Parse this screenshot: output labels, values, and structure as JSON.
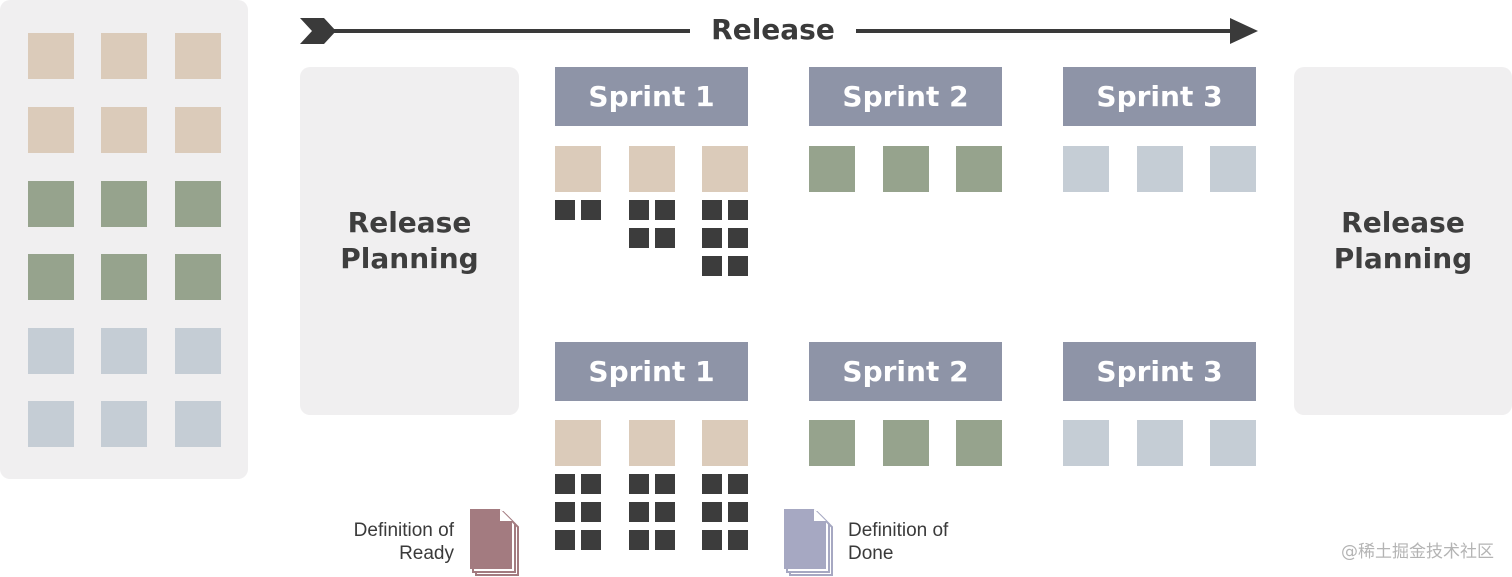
{
  "release": {
    "label": "Release"
  },
  "planning": {
    "left": {
      "line1": "Release",
      "line2": "Planning"
    },
    "right": {
      "line1": "Release",
      "line2": "Planning"
    }
  },
  "teams": [
    {
      "sprints": [
        {
          "label": "Sprint 1",
          "tasks": [
            2,
            4,
            6
          ]
        },
        {
          "label": "Sprint 2",
          "tasks": [
            0,
            0,
            0
          ]
        },
        {
          "label": "Sprint 3",
          "tasks": [
            0,
            0,
            0
          ]
        }
      ]
    },
    {
      "sprints": [
        {
          "label": "Sprint 1",
          "tasks": [
            6,
            6,
            6
          ]
        },
        {
          "label": "Sprint 2",
          "tasks": [
            0,
            0,
            0
          ]
        },
        {
          "label": "Sprint 3",
          "tasks": [
            0,
            0,
            0
          ]
        }
      ]
    }
  ],
  "backlog": {
    "rows": [
      "tan",
      "tan",
      "green",
      "green",
      "blue",
      "blue"
    ],
    "columns": 3
  },
  "sprint_item_colors": [
    "tan",
    "green",
    "blue"
  ],
  "legend": {
    "ready": {
      "line1": "Definition of",
      "line2": "Ready",
      "icon": "document-stack-icon"
    },
    "done": {
      "line1": "Definition of",
      "line2": "Done",
      "icon": "document-stack-icon"
    }
  },
  "colors": {
    "tan": "#dbcbba",
    "green": "#96a38d",
    "blue": "#c5cdd5",
    "sprint_header": "#8e94a7",
    "task": "#3c3c3c",
    "ready_doc": "#a37b80",
    "done_doc": "#a6a8c2"
  },
  "watermark": "@稀土掘金技术社区"
}
